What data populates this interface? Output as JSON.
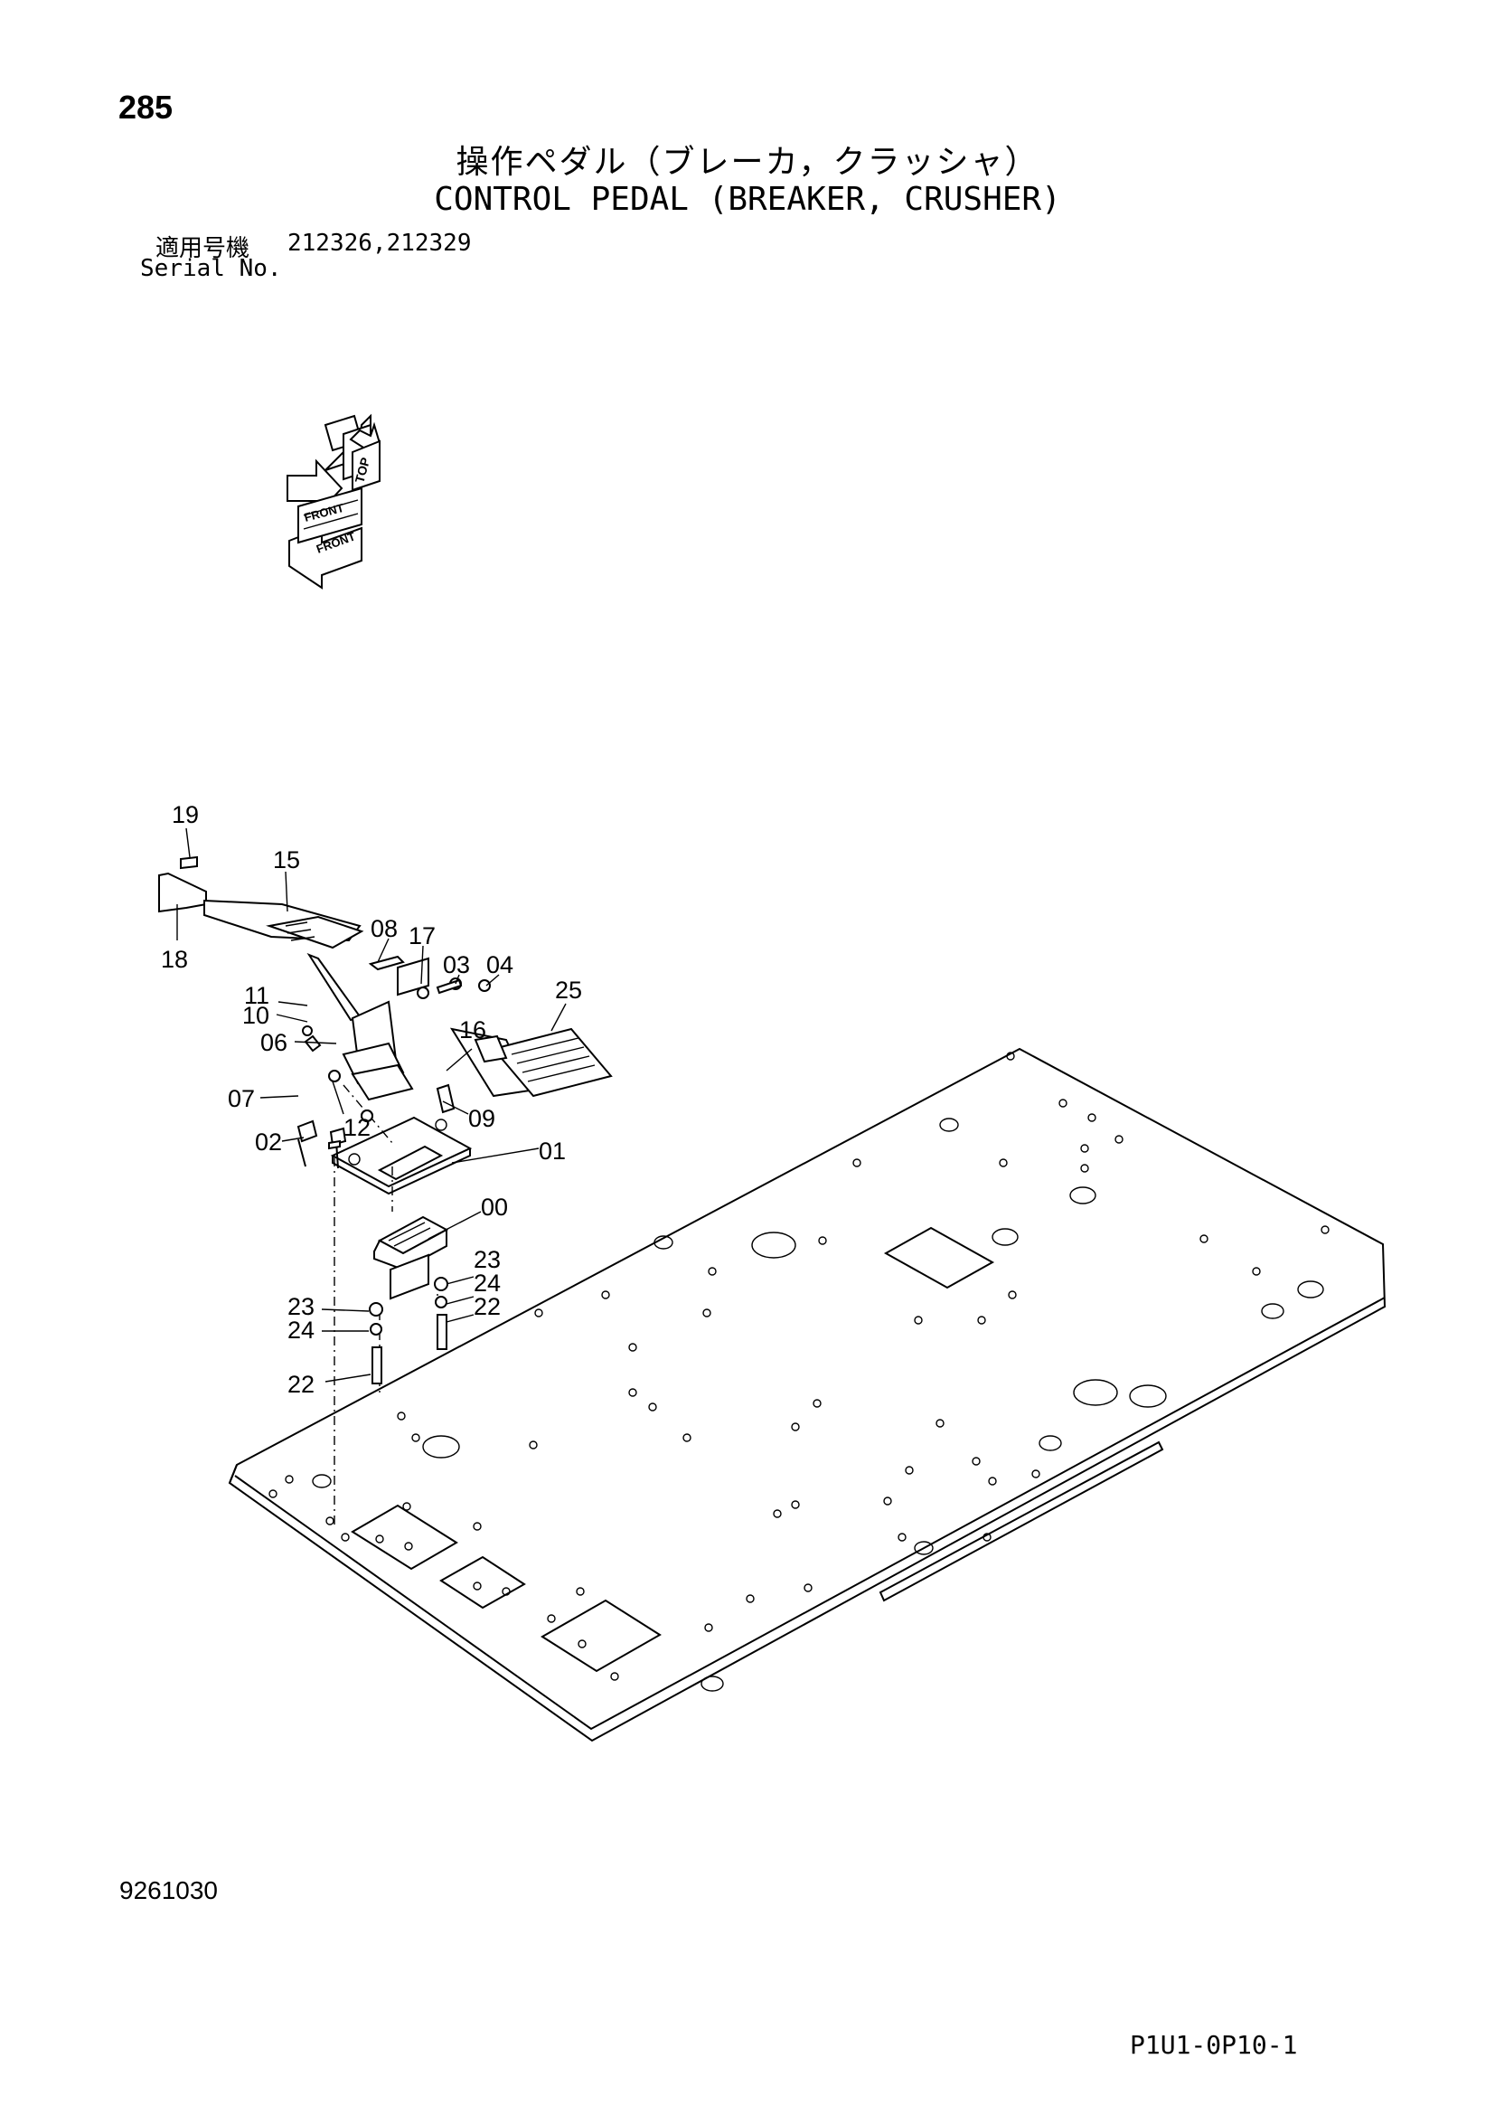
{
  "header": {
    "page_number": "285",
    "title_jp": "操作ペダル（ブレーカ，クラッシャ）",
    "title_en": "CONTROL PEDAL (BREAKER, CRUSHER)"
  },
  "serial": {
    "label_jp": "適用号機",
    "value": "212326,212329",
    "label_en": "Serial No."
  },
  "orientation_icon": {
    "icon": "direction-arrows-icon",
    "labels": [
      "TOP",
      "FRONT",
      "FRONT"
    ]
  },
  "callouts": [
    "19",
    "15",
    "18",
    "08",
    "17",
    "03",
    "04",
    "25",
    "11",
    "10",
    "06",
    "16",
    "07",
    "12",
    "09",
    "02",
    "01",
    "00",
    "23",
    "24",
    "22",
    "23",
    "24",
    "22"
  ],
  "footer": {
    "drawing_number": "9261030",
    "page_code": "P1U1-0P10-1"
  }
}
